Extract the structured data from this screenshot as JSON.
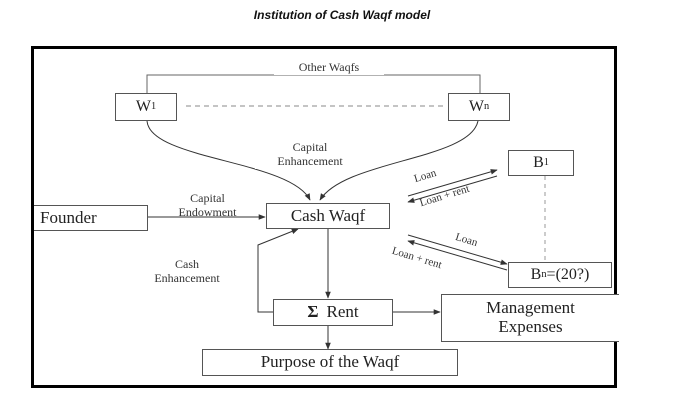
{
  "title": "Institution of Cash Waqf model",
  "nodes": {
    "w1": {
      "main": "W",
      "sub": "1"
    },
    "wn": {
      "main": "W",
      "sub": "n"
    },
    "founder": "Founder",
    "cash_waqf": "Cash Waqf",
    "b1": {
      "main": "B",
      "sub": "1"
    },
    "bn": {
      "main": "B",
      "sub": "n",
      "rest": "=(20?)"
    },
    "rent": {
      "symbol": "Σ",
      "text": "Rent"
    },
    "mgmt_line1": "Management",
    "mgmt_line2": "Expenses",
    "purpose": "Purpose of the Waqf"
  },
  "labels": {
    "other_waqfs": "Other Waqfs",
    "cap_enh_1": "Capital",
    "cap_enh_2": "Enhancement",
    "cap_end_1": "Capital",
    "cap_end_2": "Endowment",
    "cash_enh_1": "Cash",
    "cash_enh_2": "Enhancement",
    "loan_top": "Loan",
    "loan_rent_top": "Loan + rent",
    "loan_bottom": "Loan",
    "loan_rent_bottom": "Loan + rent"
  }
}
